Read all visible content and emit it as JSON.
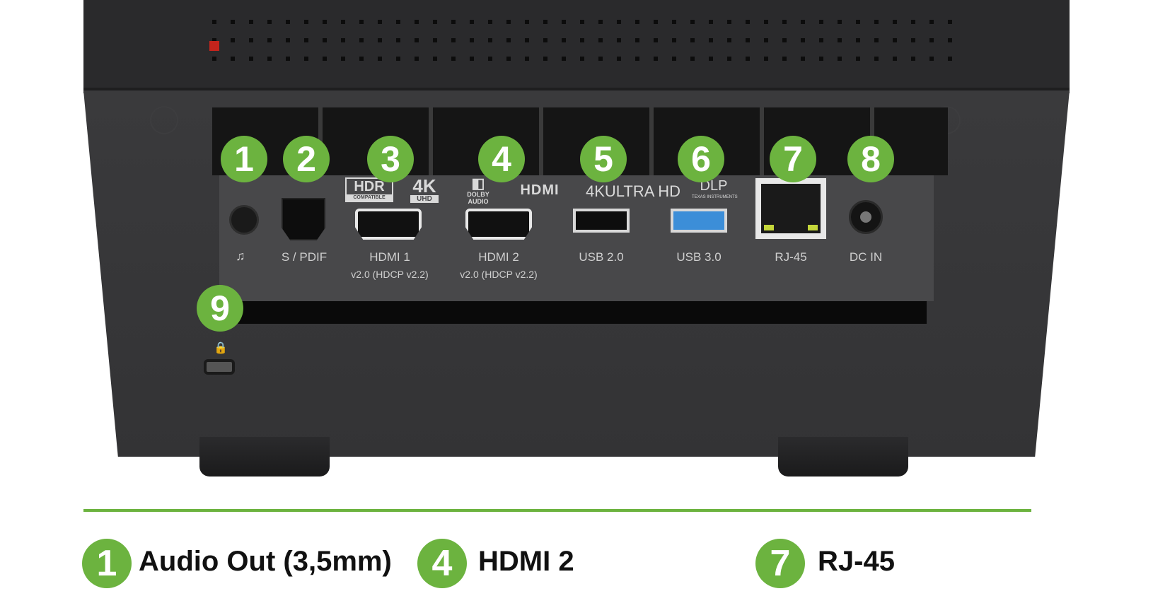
{
  "ports": [
    {
      "number": "1",
      "label": "",
      "icon": "headphone-icon"
    },
    {
      "number": "2",
      "label": "S / PDIF"
    },
    {
      "number": "3",
      "label": "HDMI 1",
      "sub": "v2.0 (HDCP v2.2)"
    },
    {
      "number": "4",
      "label": "HDMI 2",
      "sub": "v2.0 (HDCP v2.2)"
    },
    {
      "number": "5",
      "label": "USB 2.0"
    },
    {
      "number": "6",
      "label": "USB 3.0"
    },
    {
      "number": "7",
      "label": "RJ-45"
    },
    {
      "number": "8",
      "label": "DC IN"
    },
    {
      "number": "9",
      "label": "",
      "icon": "lock-icon"
    }
  ],
  "logos": {
    "hdr": "HDR",
    "hdr_sub": "COMPATIBLE",
    "uhd4k": "4K",
    "uhd4k_sub": "UHD",
    "dolby": "DOLBY",
    "dolby_sub": "AUDIO",
    "hdmi": "HDMI",
    "ultrahd": "4KULTRA HD",
    "dlp": "DLP",
    "dlp_sub": "TEXAS INSTRUMENTS"
  },
  "legend": [
    {
      "number": "1",
      "text": "Audio Out (3,5mm)"
    },
    {
      "number": "4",
      "text": "HDMI 2"
    },
    {
      "number": "7",
      "text": "RJ-45"
    }
  ],
  "colors": {
    "accent": "#6cb33f",
    "usb3": "#3c8ed8"
  }
}
